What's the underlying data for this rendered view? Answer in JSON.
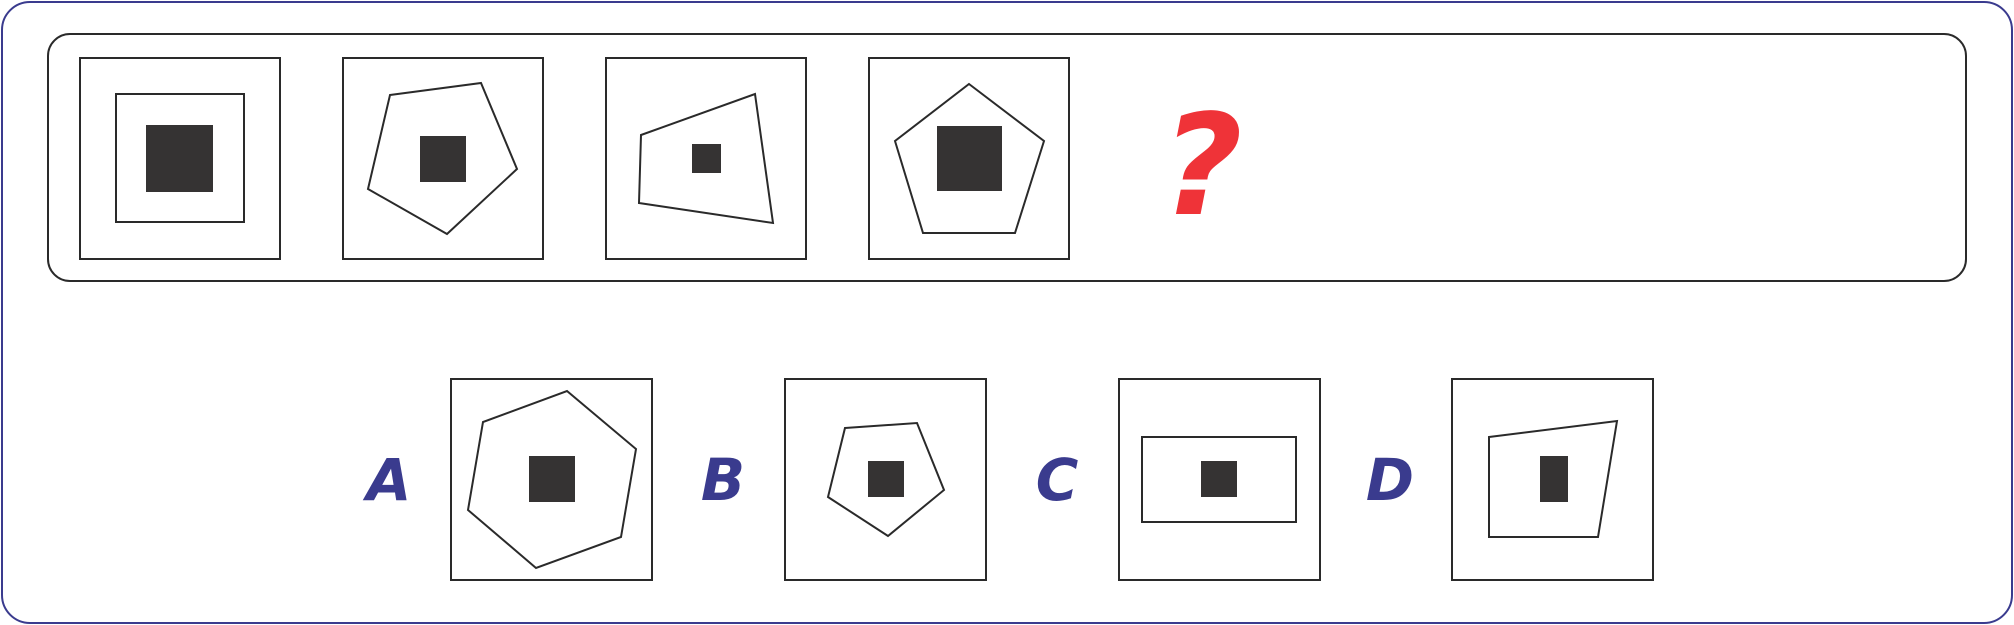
{
  "puzzle": {
    "sequence": [
      {
        "outer": "square",
        "inner_shape": "square",
        "inner_sides": 4
      },
      {
        "outer": "square",
        "inner_shape": "pentagon",
        "inner_sides": 5
      },
      {
        "outer": "square",
        "inner_shape": "quadrilateral",
        "inner_sides": 4
      },
      {
        "outer": "square",
        "inner_shape": "pentagon",
        "inner_sides": 5
      }
    ],
    "question_mark": "?",
    "colors": {
      "outline": "#2a2a2a",
      "fill": "#353333",
      "question_mark": "#ef3338",
      "option_label": "#3a3b8e",
      "border": "#3a3b8e"
    }
  },
  "options": [
    {
      "label": "A",
      "inner_shape": "hexagon",
      "inner_sides": 6
    },
    {
      "label": "B",
      "inner_shape": "pentagon",
      "inner_sides": 5
    },
    {
      "label": "C",
      "inner_shape": "rectangle",
      "inner_sides": 4
    },
    {
      "label": "D",
      "inner_shape": "quadrilateral",
      "inner_sides": 4
    }
  ]
}
